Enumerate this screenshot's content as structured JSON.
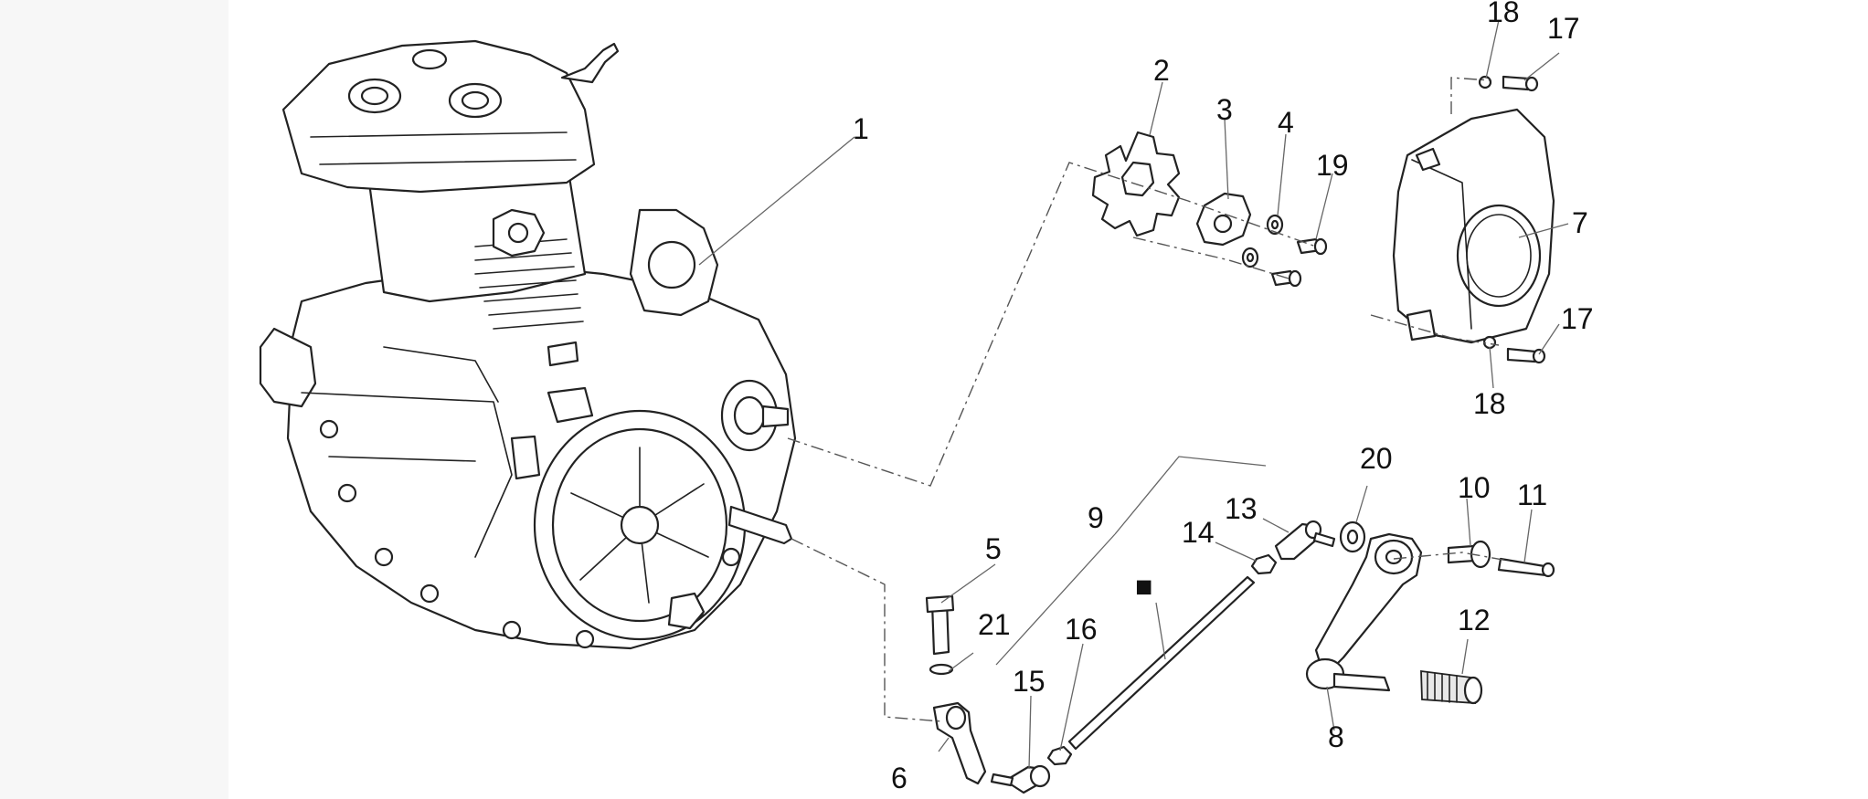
{
  "diagram": {
    "callouts": [
      {
        "id": "c1",
        "text": "1"
      },
      {
        "id": "c2",
        "text": "2"
      },
      {
        "id": "c3",
        "text": "3"
      },
      {
        "id": "c4",
        "text": "4"
      },
      {
        "id": "c5",
        "text": "5"
      },
      {
        "id": "c6",
        "text": "6"
      },
      {
        "id": "c7",
        "text": "7"
      },
      {
        "id": "c8",
        "text": "8"
      },
      {
        "id": "c9",
        "text": "9"
      },
      {
        "id": "c10",
        "text": "10"
      },
      {
        "id": "c11",
        "text": "11"
      },
      {
        "id": "c12",
        "text": "12"
      },
      {
        "id": "c13",
        "text": "13"
      },
      {
        "id": "c14",
        "text": "14"
      },
      {
        "id": "c15",
        "text": "15"
      },
      {
        "id": "c16",
        "text": "16"
      },
      {
        "id": "c17a",
        "text": "17"
      },
      {
        "id": "c17b",
        "text": "17"
      },
      {
        "id": "c18a",
        "text": "18"
      },
      {
        "id": "c18b",
        "text": "18"
      },
      {
        "id": "c19",
        "text": "19"
      },
      {
        "id": "c20",
        "text": "20"
      },
      {
        "id": "c21",
        "text": "21"
      }
    ],
    "marker_symbol": "■"
  }
}
